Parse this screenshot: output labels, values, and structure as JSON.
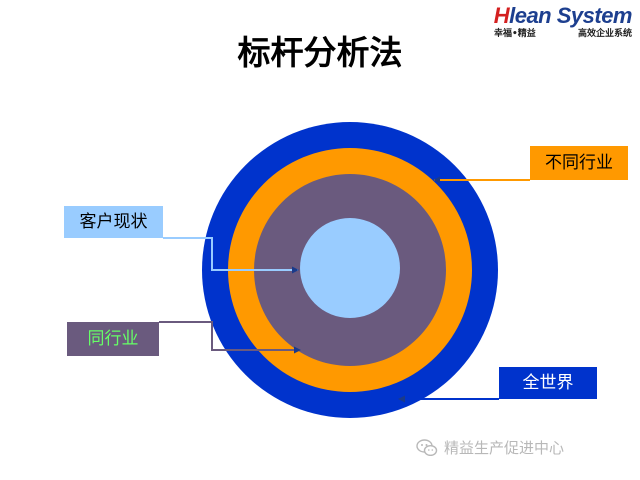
{
  "logo": {
    "brand_h": "H",
    "brand_rest": "lean System",
    "tagline_left": "幸福•精益",
    "tagline_right": "高效企业系统"
  },
  "title": "标杆分析法",
  "labels": {
    "customer_status": "客户现状",
    "same_industry": "同行业",
    "different_industry": "不同行业",
    "whole_world": "全世界"
  },
  "colors": {
    "outer_ring": "#0033cc",
    "orange_ring": "#ff9900",
    "purple_ring": "#6a5a7e",
    "center": "#99ccff"
  },
  "watermark": {
    "text": "精益生产促进中心",
    "icon": "wechat-icon"
  }
}
